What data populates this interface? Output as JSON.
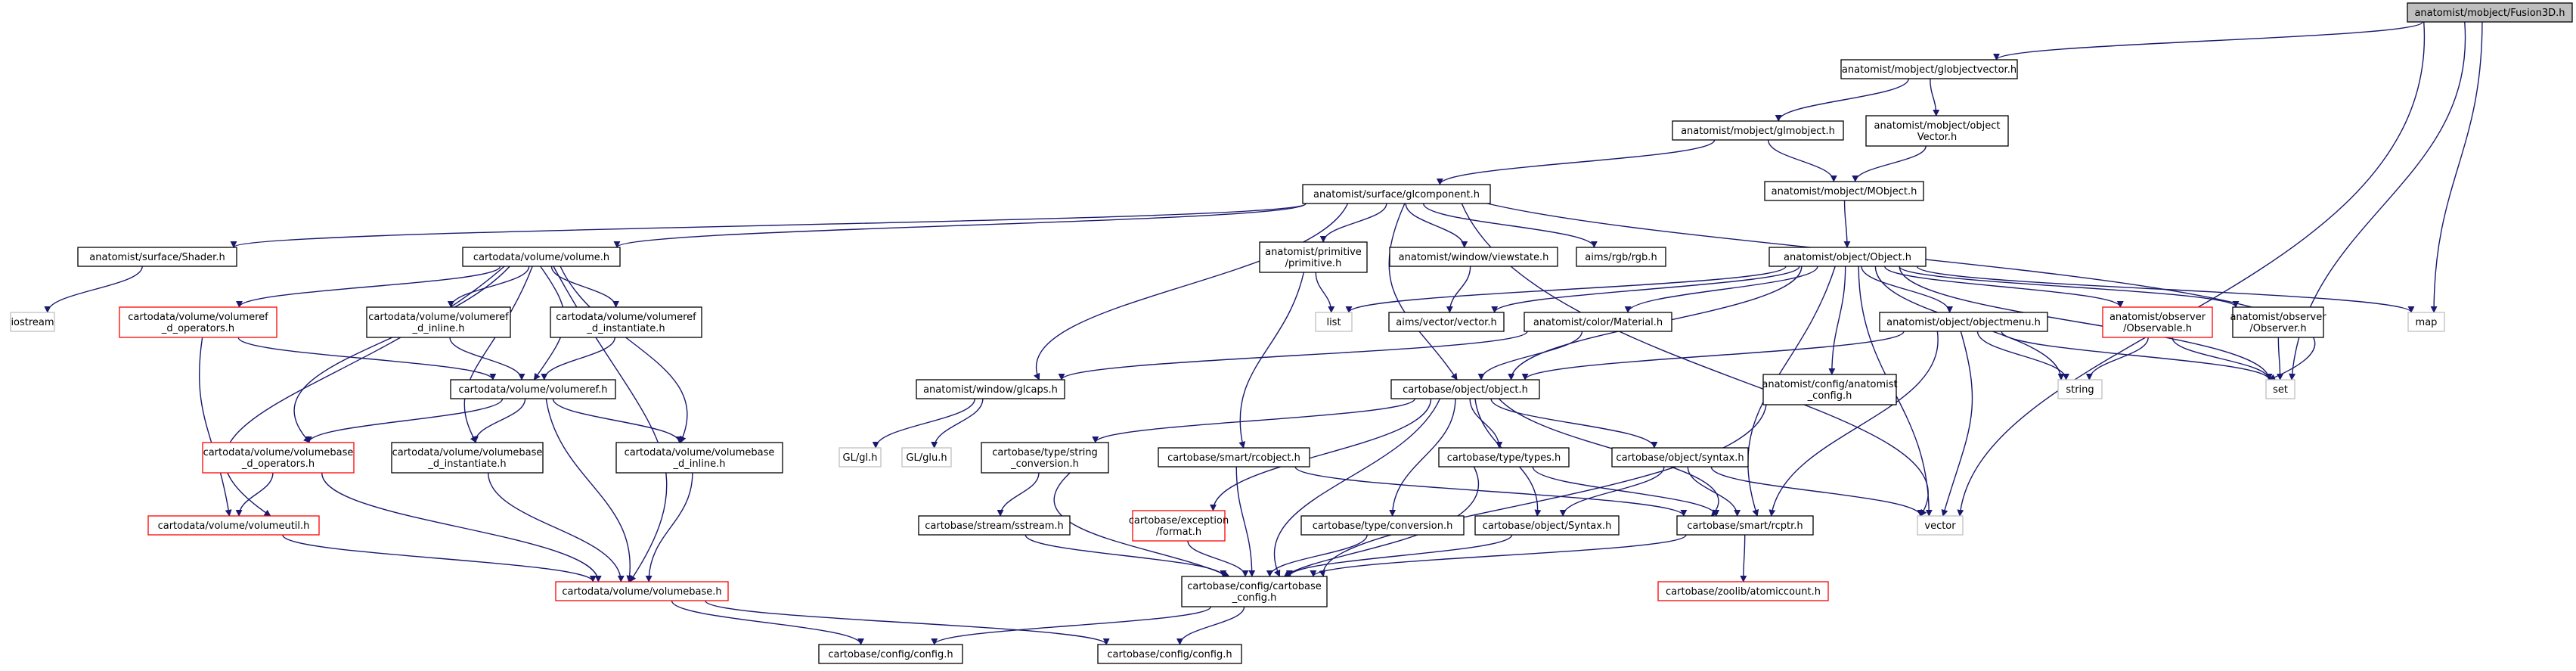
{
  "colors": {
    "edge": "#191970",
    "node_border": "#000000",
    "missing_border": "#bfbfbf",
    "incomplete_border": "#ff0000",
    "root_fill": "#bfbfbf",
    "node_fill": "#ffffff",
    "text": "#000000",
    "missing_text": "#6b6b6b"
  },
  "nodes": [
    {
      "id": "root",
      "kind": "root",
      "lines": [
        "anatomist/mobject/Fusion3D.h"
      ]
    },
    {
      "id": "globjectvector",
      "kind": "normal",
      "lines": [
        "anatomist/mobject/globjectvector.h"
      ]
    },
    {
      "id": "glmobject",
      "kind": "normal",
      "lines": [
        "anatomist/mobject/glmobject.h"
      ]
    },
    {
      "id": "objectvector",
      "kind": "normal",
      "lines": [
        "anatomist/mobject/object",
        "Vector.h"
      ]
    },
    {
      "id": "glcomponent",
      "kind": "normal",
      "lines": [
        "anatomist/surface/glcomponent.h"
      ]
    },
    {
      "id": "mobject",
      "kind": "normal",
      "lines": [
        "anatomist/mobject/MObject.h"
      ]
    },
    {
      "id": "shader",
      "kind": "normal",
      "lines": [
        "anatomist/surface/Shader.h"
      ]
    },
    {
      "id": "volume",
      "kind": "normal",
      "lines": [
        "cartodata/volume/volume.h"
      ]
    },
    {
      "id": "primitive",
      "kind": "normal",
      "lines": [
        "anatomist/primitive",
        "/primitive.h"
      ]
    },
    {
      "id": "viewstate",
      "kind": "normal",
      "lines": [
        "anatomist/window/viewstate.h"
      ]
    },
    {
      "id": "rgb",
      "kind": "normal",
      "lines": [
        "aims/rgb/rgb.h"
      ]
    },
    {
      "id": "object",
      "kind": "normal",
      "lines": [
        "anatomist/object/Object.h"
      ]
    },
    {
      "id": "iostream",
      "kind": "missing",
      "lines": [
        "iostream"
      ]
    },
    {
      "id": "vref_ops",
      "kind": "incomplete",
      "lines": [
        "cartodata/volume/volumeref",
        "_d_operators.h"
      ]
    },
    {
      "id": "vref_inline",
      "kind": "normal",
      "lines": [
        "cartodata/volume/volumeref",
        "_d_inline.h"
      ]
    },
    {
      "id": "vref_inst",
      "kind": "normal",
      "lines": [
        "cartodata/volume/volumeref",
        "_d_instantiate.h"
      ]
    },
    {
      "id": "list",
      "kind": "missing",
      "lines": [
        "list"
      ]
    },
    {
      "id": "vector_h",
      "kind": "normal",
      "lines": [
        "aims/vector/vector.h"
      ]
    },
    {
      "id": "material",
      "kind": "normal",
      "lines": [
        "anatomist/color/Material.h"
      ]
    },
    {
      "id": "objectmenu",
      "kind": "normal",
      "lines": [
        "anatomist/object/objectmenu.h"
      ]
    },
    {
      "id": "observable",
      "kind": "incomplete",
      "lines": [
        "anatomist/observer",
        "/Observable.h"
      ]
    },
    {
      "id": "observer",
      "kind": "normal",
      "lines": [
        "anatomist/observer",
        "/Observer.h"
      ]
    },
    {
      "id": "map",
      "kind": "missing",
      "lines": [
        "map"
      ]
    },
    {
      "id": "volumeref",
      "kind": "normal",
      "lines": [
        "cartodata/volume/volumeref.h"
      ]
    },
    {
      "id": "glcaps",
      "kind": "normal",
      "lines": [
        "anatomist/window/glcaps.h"
      ]
    },
    {
      "id": "cb_object",
      "kind": "normal",
      "lines": [
        "cartobase/object/object.h"
      ]
    },
    {
      "id": "config_anat",
      "kind": "normal",
      "lines": [
        "anatomist/config/anatomist",
        "_config.h"
      ]
    },
    {
      "id": "string",
      "kind": "missing",
      "lines": [
        "string"
      ]
    },
    {
      "id": "set",
      "kind": "missing",
      "lines": [
        "set"
      ]
    },
    {
      "id": "vbase_ops",
      "kind": "incomplete",
      "lines": [
        "cartodata/volume/volumebase",
        "_d_operators.h"
      ]
    },
    {
      "id": "vbase_inst",
      "kind": "normal",
      "lines": [
        "cartodata/volume/volumebase",
        "_d_instantiate.h"
      ]
    },
    {
      "id": "vbase_inline",
      "kind": "normal",
      "lines": [
        "cartodata/volume/volumebase",
        "_d_inline.h"
      ]
    },
    {
      "id": "glh",
      "kind": "missing",
      "lines": [
        "GL/gl.h"
      ]
    },
    {
      "id": "gluh",
      "kind": "missing",
      "lines": [
        "GL/glu.h"
      ]
    },
    {
      "id": "string_conv",
      "kind": "normal",
      "lines": [
        "cartobase/type/string",
        "_conversion.h"
      ]
    },
    {
      "id": "rcobject",
      "kind": "normal",
      "lines": [
        "cartobase/smart/rcobject.h"
      ]
    },
    {
      "id": "types",
      "kind": "normal",
      "lines": [
        "cartobase/type/types.h"
      ]
    },
    {
      "id": "syntax_h",
      "kind": "normal",
      "lines": [
        "cartobase/object/syntax.h"
      ]
    },
    {
      "id": "volumeutil",
      "kind": "incomplete",
      "lines": [
        "cartodata/volume/volumeutil.h"
      ]
    },
    {
      "id": "sstream",
      "kind": "normal",
      "lines": [
        "cartobase/stream/sstream.h"
      ]
    },
    {
      "id": "exception",
      "kind": "incomplete",
      "lines": [
        "cartobase/exception",
        "/format.h"
      ]
    },
    {
      "id": "conversion",
      "kind": "normal",
      "lines": [
        "cartobase/type/conversion.h"
      ]
    },
    {
      "id": "syntax_cap",
      "kind": "normal",
      "lines": [
        "cartobase/object/Syntax.h"
      ]
    },
    {
      "id": "rcptr",
      "kind": "normal",
      "lines": [
        "cartobase/smart/rcptr.h"
      ]
    },
    {
      "id": "vector",
      "kind": "missing",
      "lines": [
        "vector"
      ]
    },
    {
      "id": "volumebase",
      "kind": "incomplete",
      "lines": [
        "cartodata/volume/volumebase.h"
      ]
    },
    {
      "id": "cb_config",
      "kind": "normal",
      "lines": [
        "cartobase/config/cartobase",
        "_config.h"
      ]
    },
    {
      "id": "atomiccount",
      "kind": "incomplete",
      "lines": [
        "cartobase/zoolib/atomiccount.h"
      ]
    },
    {
      "id": "config1",
      "kind": "normal",
      "lines": [
        "cartobase/config/config.h"
      ]
    },
    {
      "id": "config2",
      "kind": "normal",
      "lines": [
        "cartobase/config/config.h"
      ]
    }
  ]
}
